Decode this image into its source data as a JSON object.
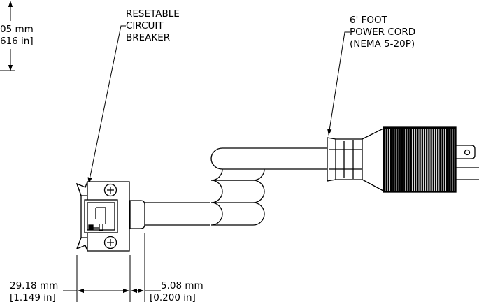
{
  "dimensions": {
    "top_left_mm": "05 mm",
    "top_left_in": "616 in]",
    "width_mm": "29.18 mm",
    "width_in": "[1.149 in]",
    "gap_mm": "5.08 mm",
    "gap_in": "[0.200 in]"
  },
  "callouts": {
    "breaker": {
      "line1": "RESETABLE",
      "line2": "CIRCUIT",
      "line3": "BREAKER"
    },
    "cord": {
      "line1": "6' FOOT",
      "line2": "POWER CORD",
      "line3": "(NEMA 5-20P)"
    }
  },
  "colors": {
    "ink": "#000000",
    "paper": "#ffffff"
  }
}
